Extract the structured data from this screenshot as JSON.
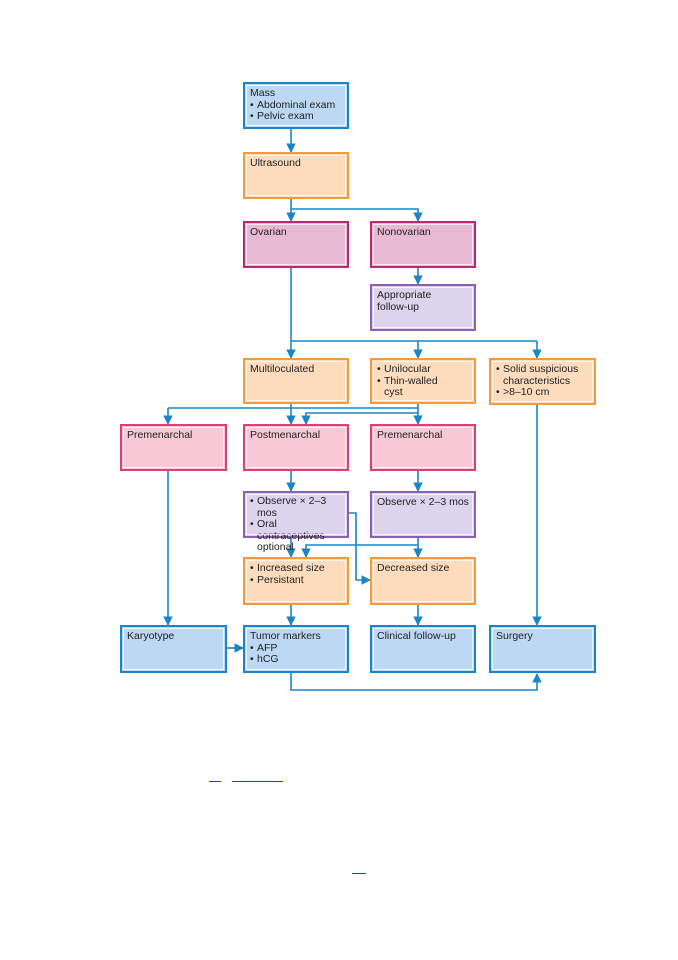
{
  "nodes": {
    "mass": {
      "title": "Mass",
      "items": [
        "Abdominal exam",
        "Pelvic exam"
      ]
    },
    "ultrasound": {
      "title": "Ultrasound"
    },
    "ovarian": {
      "title": "Ovarian"
    },
    "nonovarian": {
      "title": "Nonovarian"
    },
    "appropriate_followup": {
      "line1": "Appropriate",
      "line2": "follow-up"
    },
    "multiloculated": {
      "title": "Multiloculated"
    },
    "unilocular": {
      "items": [
        "Unilocular",
        "Thin-walled cyst"
      ]
    },
    "solid": {
      "items": [
        "Solid suspicious characteristics",
        ">8–10 cm"
      ]
    },
    "premenarchal_left": {
      "title": "Premenarchal"
    },
    "postmenarchal": {
      "title": "Postmenarchal"
    },
    "premenarchal_right": {
      "title": "Premenarchal"
    },
    "observe_oral": {
      "items": [
        "Observe × 2–3 mos",
        "Oral contraceptives optional"
      ]
    },
    "observe": {
      "title": "Observe × 2–3 mos"
    },
    "increased": {
      "items": [
        "Increased size",
        "Persistant"
      ]
    },
    "decreased": {
      "title": "Decreased size"
    },
    "karyotype": {
      "title": "Karyotype"
    },
    "tumor_markers": {
      "title": "Tumor markers",
      "items": [
        "AFP",
        "hCG"
      ]
    },
    "clinical_followup": {
      "title": "Clinical follow-up"
    },
    "surgery": {
      "title": "Surgery"
    }
  },
  "colors": {
    "arrow": "#1a86c8",
    "blue": "#bcd8f3",
    "orange": "#fddcbd",
    "magenta": "#e8b9d2",
    "pink": "#f8c8d6",
    "purple": "#dcd3ec",
    "link": "#2a3fae"
  }
}
